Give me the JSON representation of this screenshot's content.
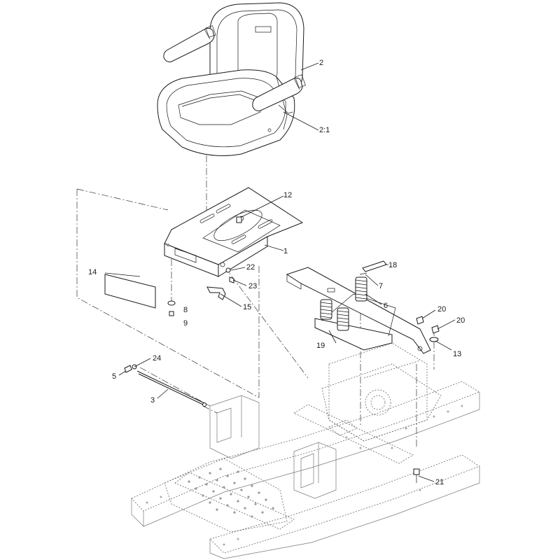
{
  "diagram": {
    "type": "exploded-parts-diagram",
    "callouts": [
      {
        "id": "c2",
        "label": "2"
      },
      {
        "id": "c2_1",
        "label": "2:1"
      },
      {
        "id": "c12",
        "label": "12"
      },
      {
        "id": "c1",
        "label": "1"
      },
      {
        "id": "c22",
        "label": "22"
      },
      {
        "id": "c23",
        "label": "23"
      },
      {
        "id": "c14",
        "label": "14"
      },
      {
        "id": "c8",
        "label": "8"
      },
      {
        "id": "c9",
        "label": "9"
      },
      {
        "id": "c15",
        "label": "15"
      },
      {
        "id": "c18",
        "label": "18"
      },
      {
        "id": "c7",
        "label": "7"
      },
      {
        "id": "c6",
        "label": "6"
      },
      {
        "id": "c20a",
        "label": "20"
      },
      {
        "id": "c20b",
        "label": "20"
      },
      {
        "id": "c13",
        "label": "13"
      },
      {
        "id": "c19",
        "label": "19"
      },
      {
        "id": "c24",
        "label": "24"
      },
      {
        "id": "c5",
        "label": "5"
      },
      {
        "id": "c3",
        "label": "3"
      },
      {
        "id": "c21",
        "label": "21"
      }
    ],
    "colors": {
      "line": "#1a1a1a",
      "frame": "#777777",
      "background": "#ffffff"
    }
  }
}
